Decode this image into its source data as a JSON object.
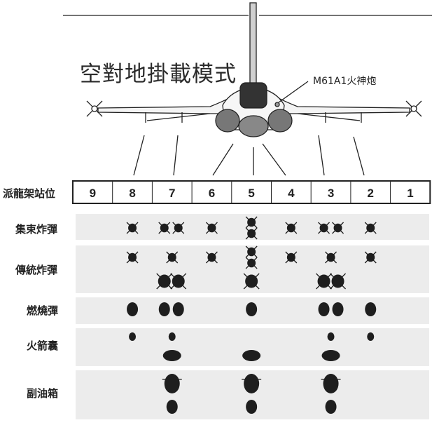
{
  "title": "空對地掛載模式",
  "gun_label": "M61A1火神炮",
  "stations_label": "派龍架站位",
  "stations": [
    "9",
    "8",
    "7",
    "6",
    "5",
    "4",
    "3",
    "2",
    "1"
  ],
  "colors": {
    "band": "#ececec",
    "mark": "#1e1e1e",
    "line": "#222222"
  },
  "loadouts": [
    {
      "label": "集束炸彈",
      "name": "cluster-bomb",
      "lines": [
        {
          "kind": "bomb-small",
          "loads": {
            "8": 1,
            "7": 2,
            "6": 1,
            "5": 2,
            "4": 1,
            "3": 2,
            "2": 1
          }
        }
      ]
    },
    {
      "label": "傳統炸彈",
      "name": "conventional-bomb",
      "lines": [
        {
          "kind": "bomb-small",
          "loads": {
            "8": 1,
            "7": 1,
            "6": 1,
            "5": 2,
            "4": 1,
            "3": 1,
            "2": 1
          }
        },
        {
          "kind": "bomb-large",
          "loads": {
            "7": 2,
            "5": 1,
            "3": 2
          }
        }
      ]
    },
    {
      "label": "燃燒彈",
      "name": "incendiary-bomb",
      "lines": [
        {
          "kind": "oval",
          "loads": {
            "8": 1,
            "7": 2,
            "5": 1,
            "3": 2,
            "2": 1
          }
        }
      ]
    },
    {
      "label": "火箭囊",
      "name": "rocket-pod",
      "lines": [
        {
          "kind": "dot",
          "loads": {
            "8": 1,
            "7": 1,
            "3": 1,
            "2": 1
          }
        },
        {
          "kind": "pod",
          "loads": {
            "7": 1,
            "5": 1,
            "3": 1
          }
        }
      ]
    },
    {
      "label": "副油箱",
      "name": "drop-tank",
      "lines": [
        {
          "kind": "tank-large",
          "loads": {
            "7": 1,
            "5": 1,
            "3": 1
          }
        },
        {
          "kind": "tank-small",
          "loads": {
            "7": 1,
            "5": 1,
            "3": 1
          }
        }
      ]
    }
  ]
}
